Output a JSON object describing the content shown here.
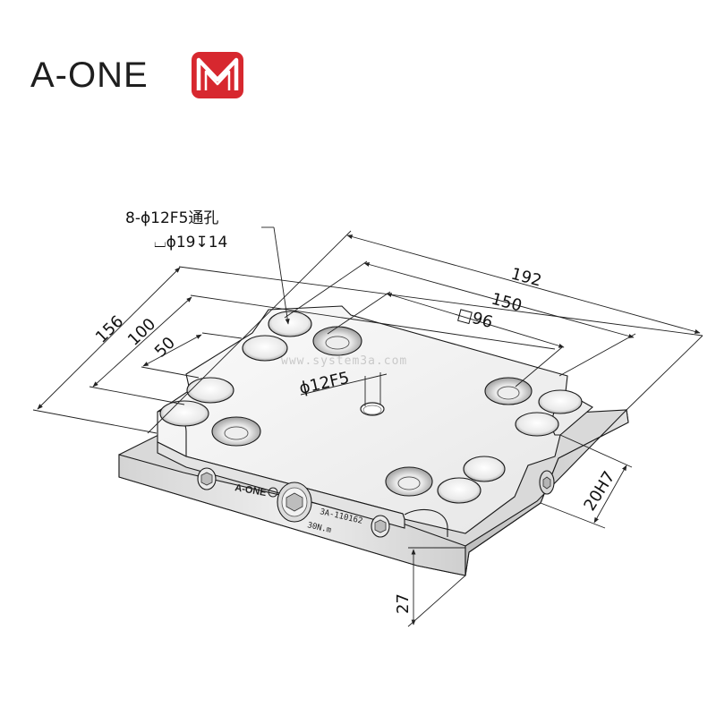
{
  "brand": {
    "name": "A-ONE",
    "logo_color": "#d7282f",
    "logo_icon": "m-logo-icon"
  },
  "watermark": "www.system3a.com",
  "dimensions": {
    "d192": "192",
    "d150": "150",
    "d96": "□96",
    "d156": "156",
    "d100": "100",
    "d50": "50",
    "center_hole": "ϕ12F5",
    "slot": "20H7",
    "height": "27"
  },
  "hole_note": {
    "line1": "8-ϕ12F5通孔",
    "line2": "⌴ϕ19↧14"
  },
  "engraving": {
    "brand": "A-ONE",
    "part_no": "3A-110162",
    "torque": "30N.m"
  }
}
